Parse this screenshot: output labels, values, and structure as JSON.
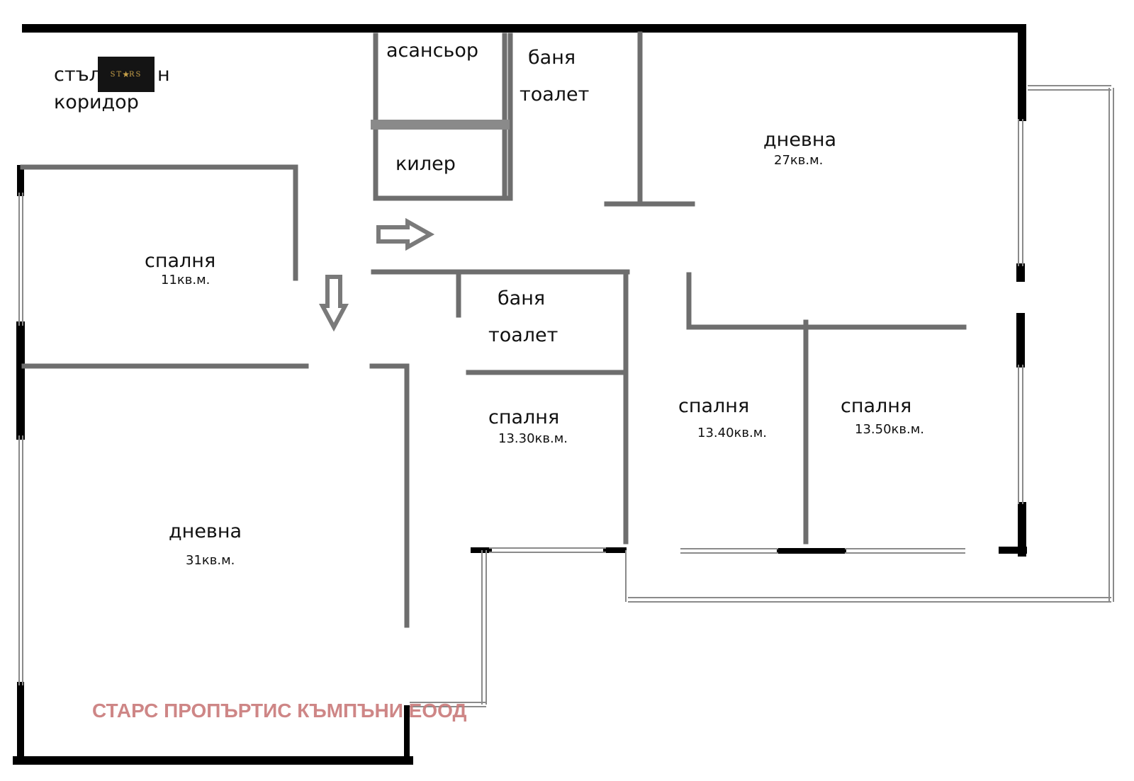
{
  "rooms": {
    "corridor_line1_start": "стъл",
    "corridor_line1_end": "н",
    "corridor_line2": "коридор",
    "elevator": "асансьор",
    "bath_top_line1": "баня",
    "bath_top_line2": "тоалет",
    "pantry": "килер",
    "living_top": "дневна",
    "living_top_area": "27кв.м.",
    "bedroom_left": "спалня",
    "bedroom_left_area": "11кв.м.",
    "bath_mid_line1": "баня",
    "bath_mid_line2": "тоалет",
    "bedroom_mid": "спалня",
    "bedroom_mid_area": "13.30кв.м.",
    "bedroom_r1": "спалня",
    "bedroom_r1_area": "13.40кв.м.",
    "bedroom_r2": "спалня",
    "bedroom_r2_area": "13.50кв.м.",
    "living_bottom": "дневна",
    "living_bottom_area": "31кв.м."
  },
  "logo": {
    "text_left": "ST",
    "text_right": "RS",
    "star_icon": "star-icon",
    "color": "#c9a24a"
  },
  "watermark": "СТАРС ПРОПЪРТИС КЪМПЪНИ ЕООД",
  "colors": {
    "exterior_wall": "#000000",
    "interior_wall": "#6e6e6e",
    "window": "#8a8a8a",
    "watermark": "#c97a7a"
  }
}
